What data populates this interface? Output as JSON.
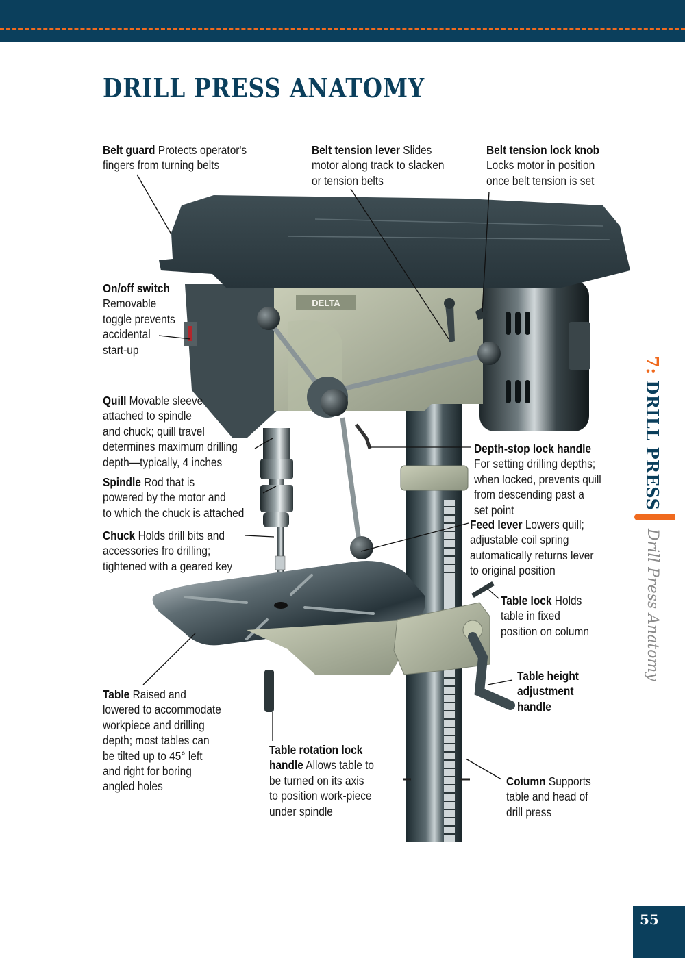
{
  "header": {
    "accent_color": "#f06a1e",
    "bar_color": "#0b3f5c"
  },
  "page_title": "DRILL PRESS ANATOMY",
  "sidebar": {
    "chapter_number": "7:",
    "chapter_title": "DRILL PRESS",
    "section_title": "Drill Press Anatomy"
  },
  "page_number": "55",
  "illustration": {
    "brand_label": "DELTA"
  },
  "callouts": {
    "belt_guard": {
      "term": "Belt guard",
      "lines": [
        "Protects operator's",
        "fingers from turning belts"
      ]
    },
    "belt_tension_lever": {
      "term": "Belt tension lever",
      "lines": [
        "Slides",
        "motor along track to slacken",
        "or tension belts"
      ]
    },
    "belt_tension_lock_knob": {
      "term": "Belt tension lock knob",
      "lines": [
        "Locks motor in position",
        "once belt tension is set"
      ]
    },
    "on_off_switch": {
      "term": "On/off switch",
      "lines": [
        "Removable",
        "toggle prevents",
        "accidental",
        "start-up"
      ]
    },
    "quill": {
      "term": "Quill",
      "lines": [
        "Movable sleeve",
        "attached to spindle",
        "and chuck; quill travel",
        "determines maximum drilling",
        "depth—typically, 4 inches"
      ]
    },
    "spindle": {
      "term": "Spindle",
      "lines": [
        "Rod that is",
        "powered by the motor and",
        "to which the chuck is attached"
      ]
    },
    "chuck": {
      "term": "Chuck",
      "lines": [
        "Holds drill bits and",
        "accessories fro drilling;",
        "tightened with a geared key"
      ]
    },
    "depth_stop": {
      "term": "Depth-stop lock handle",
      "lines": [
        "For setting drilling depths;",
        "when locked, prevents quill",
        "from descending past a",
        "set point"
      ]
    },
    "feed_lever": {
      "term": "Feed lever",
      "lines": [
        "Lowers quill;",
        "adjustable coil spring",
        "automatically returns lever",
        "to original position"
      ]
    },
    "table_lock": {
      "term": "Table lock",
      "lines": [
        "Holds",
        "table in fixed",
        "position on column"
      ]
    },
    "table_height": {
      "term_lines": [
        "Table height",
        "adjustment",
        "handle"
      ]
    },
    "table": {
      "term": "Table",
      "lines": [
        "Raised and",
        "lowered to accommodate",
        "workpiece and drilling",
        "depth; most tables can",
        "be tilted up to 45° left",
        "and right for boring",
        "angled holes"
      ]
    },
    "table_rotation": {
      "term_lines": [
        "Table rotation lock",
        "handle"
      ],
      "lines": [
        "Allows table to",
        "be turned on its axis",
        "to position work-piece",
        "under spindle"
      ]
    },
    "column": {
      "term": "Column",
      "lines": [
        "Supports",
        "table and head of",
        "drill press"
      ]
    }
  }
}
